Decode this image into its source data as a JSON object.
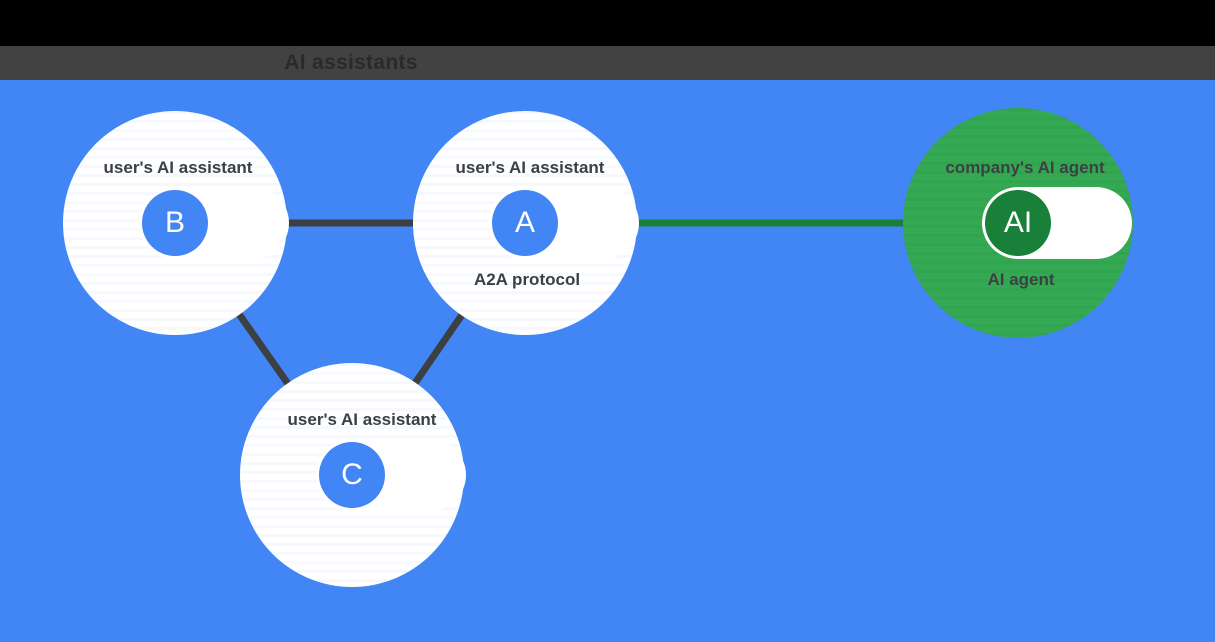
{
  "header": {
    "title": "AI assistants"
  },
  "colors": {
    "background_blue": "#4285F4",
    "header_bar": "#424242",
    "top_strip": "#000000",
    "dark_text": "#3C4043",
    "node_disc_white": "#FFFFFF",
    "agent_disc_green": "#34A853",
    "agent_badge_green": "#188038",
    "badge_blue": "#4285F4",
    "edge_dark": "#3C4043",
    "edge_green": "#188038"
  },
  "diagram": {
    "nodes": [
      {
        "id": "B",
        "badge": "B",
        "label": "user's AI assistant",
        "sublabel": ""
      },
      {
        "id": "A",
        "badge": "A",
        "label": "user's AI assistant",
        "sublabel": "A2A protocol"
      },
      {
        "id": "C",
        "badge": "C",
        "label": "user's AI assistant",
        "sublabel": ""
      },
      {
        "id": "AI",
        "badge": "AI",
        "label": "company's AI agent",
        "sublabel": "AI agent"
      }
    ],
    "edges": [
      {
        "from": "B",
        "to": "A",
        "style": "dark"
      },
      {
        "from": "B",
        "to": "C",
        "style": "dark"
      },
      {
        "from": "A",
        "to": "C",
        "style": "dark"
      },
      {
        "from": "A",
        "to": "AI",
        "style": "green"
      }
    ]
  }
}
